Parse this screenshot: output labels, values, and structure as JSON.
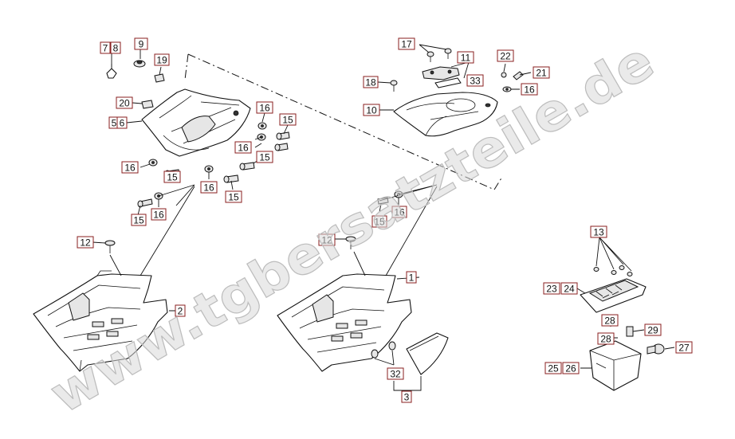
{
  "diagram": {
    "watermark": "www.tgbersatzteile.de",
    "colors": {
      "label_border": "#8a1f1f",
      "line": "#111111",
      "watermark": "#d9d9d9"
    },
    "labels": [
      {
        "id": "l7",
        "text": "7"
      },
      {
        "id": "l8",
        "text": "8"
      },
      {
        "id": "l9",
        "text": "9"
      },
      {
        "id": "l19",
        "text": "19"
      },
      {
        "id": "l20",
        "text": "20"
      },
      {
        "id": "l5",
        "text": "5"
      },
      {
        "id": "l6",
        "text": "6"
      },
      {
        "id": "l16a",
        "text": "16"
      },
      {
        "id": "l15a",
        "text": "15"
      },
      {
        "id": "l16b",
        "text": "16"
      },
      {
        "id": "l15b",
        "text": "15"
      },
      {
        "id": "l16c",
        "text": "16"
      },
      {
        "id": "l15c",
        "text": "15"
      },
      {
        "id": "l16d",
        "text": "16"
      },
      {
        "id": "l15d",
        "text": "15"
      },
      {
        "id": "l15e",
        "text": "15"
      },
      {
        "id": "l16e",
        "text": "16"
      },
      {
        "id": "l17",
        "text": "17"
      },
      {
        "id": "l11",
        "text": "11"
      },
      {
        "id": "l22",
        "text": "22"
      },
      {
        "id": "l21",
        "text": "21"
      },
      {
        "id": "l18",
        "text": "18"
      },
      {
        "id": "l33",
        "text": "33"
      },
      {
        "id": "l16f",
        "text": "16"
      },
      {
        "id": "l10",
        "text": "10"
      },
      {
        "id": "l15f",
        "text": "15"
      },
      {
        "id": "l16g",
        "text": "16"
      },
      {
        "id": "l12a",
        "text": "12"
      },
      {
        "id": "l12b",
        "text": "12"
      },
      {
        "id": "l1",
        "text": "1"
      },
      {
        "id": "l2",
        "text": "2"
      },
      {
        "id": "l32",
        "text": "32"
      },
      {
        "id": "l3",
        "text": "3"
      },
      {
        "id": "l13",
        "text": "13"
      },
      {
        "id": "l23",
        "text": "23"
      },
      {
        "id": "l24",
        "text": "24"
      },
      {
        "id": "l28a",
        "text": "28"
      },
      {
        "id": "l29",
        "text": "29"
      },
      {
        "id": "l28b",
        "text": "28"
      },
      {
        "id": "l27",
        "text": "27"
      },
      {
        "id": "l25",
        "text": "25"
      },
      {
        "id": "l26",
        "text": "26"
      }
    ]
  }
}
